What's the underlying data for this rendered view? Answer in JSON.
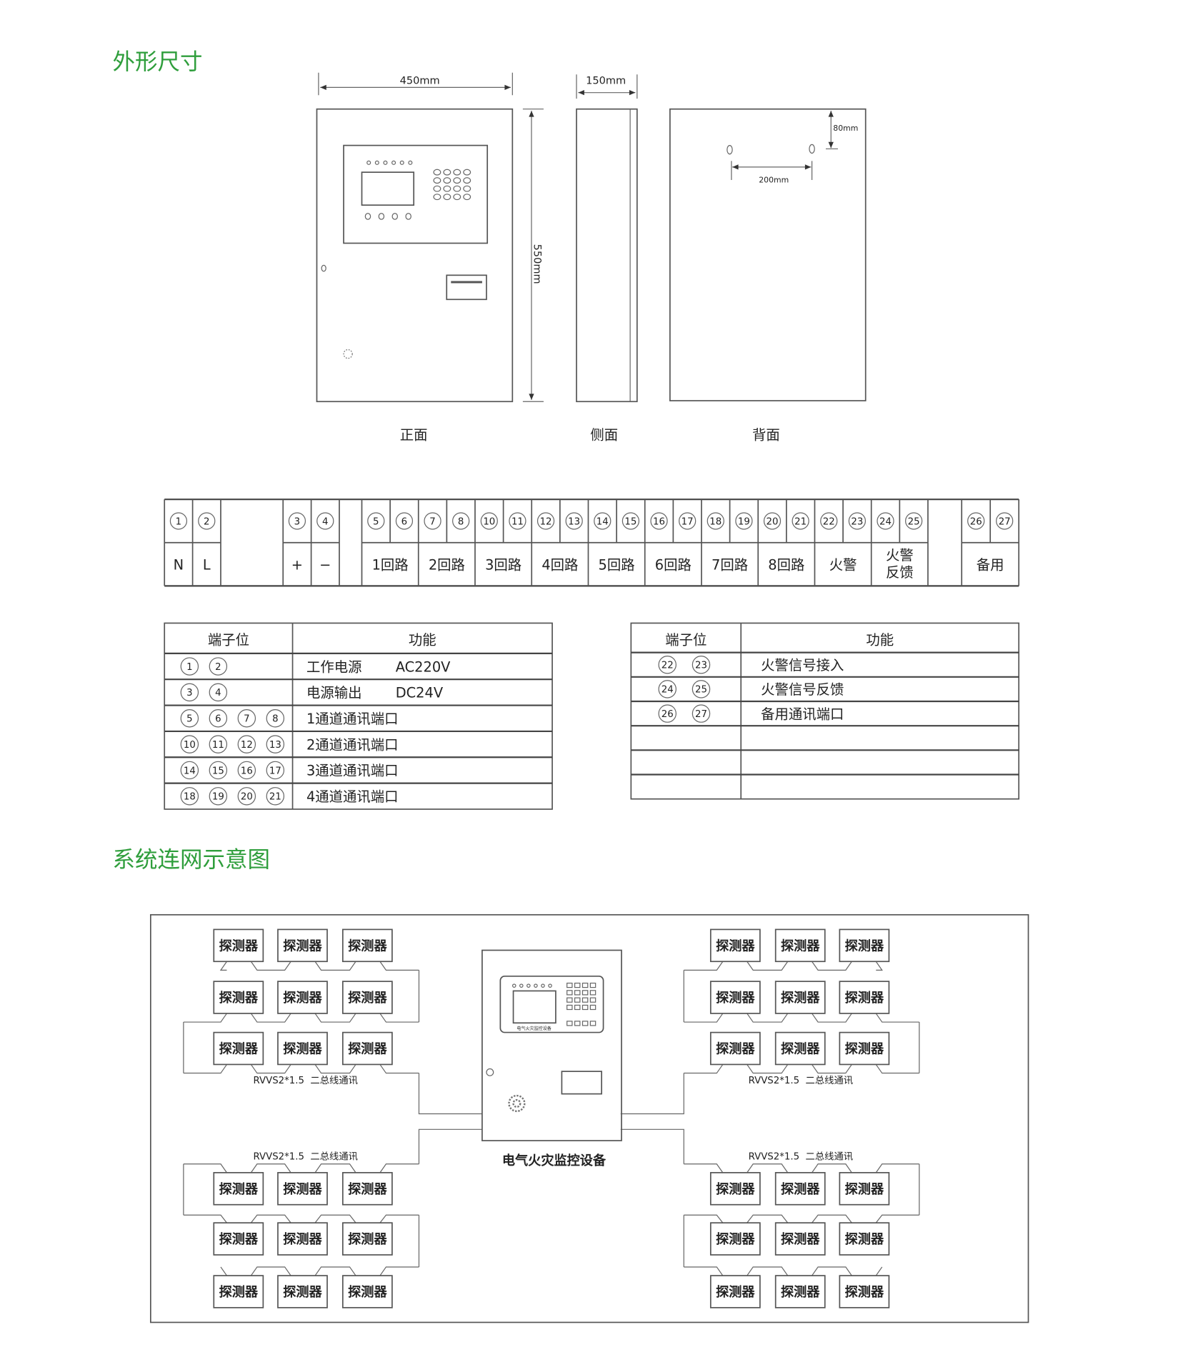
{
  "section_titles": {
    "dimensions": "外形尺寸",
    "network": "系统连网示意图"
  },
  "dimensions": {
    "width": "450mm",
    "depth": "150mm",
    "height": "550mm",
    "mount_spacing": "200mm",
    "mount_offset": "80mm",
    "captions": {
      "front": "正面",
      "side": "侧面",
      "back": "背面"
    }
  },
  "terminal_strip": {
    "groups": [
      {
        "numbers": [
          1,
          2
        ],
        "labels": [
          "N",
          "L"
        ],
        "paired": false
      },
      {
        "numbers": [
          3,
          4
        ],
        "labels": [
          "+",
          "−"
        ],
        "paired": false
      },
      {
        "numbers": [
          5,
          6,
          7,
          8,
          10,
          11,
          12,
          13,
          14,
          15,
          16,
          17,
          18,
          19,
          20,
          21,
          22,
          23,
          24,
          25
        ],
        "labels": [
          "1回路",
          "2回路",
          "3回路",
          "4回路",
          "5回路",
          "6回路",
          "7回路",
          "8回路",
          "火警",
          "火警\n反馈"
        ],
        "paired": true
      },
      {
        "numbers": [
          26,
          27
        ],
        "labels": [
          "备用"
        ],
        "paired": true
      }
    ]
  },
  "terminal_tables": [
    {
      "headers": [
        "端子位",
        "功能"
      ],
      "rows": [
        {
          "terminals": [
            1,
            2
          ],
          "function": "工作电源",
          "value": "AC220V"
        },
        {
          "terminals": [
            3,
            4
          ],
          "function": "电源输出",
          "value": "DC24V"
        },
        {
          "terminals": [
            5,
            6,
            7,
            8
          ],
          "function": "1通道通讯端口",
          "value": ""
        },
        {
          "terminals": [
            10,
            11,
            12,
            13
          ],
          "function": "2通道通讯端口",
          "value": ""
        },
        {
          "terminals": [
            14,
            15,
            16,
            17
          ],
          "function": "3通道通讯端口",
          "value": ""
        },
        {
          "terminals": [
            18,
            19,
            20,
            21
          ],
          "function": "4通道通讯端口",
          "value": ""
        }
      ]
    },
    {
      "headers": [
        "端子位",
        "功能"
      ],
      "rows": [
        {
          "terminals": [
            22,
            23
          ],
          "function": "火警信号接入",
          "value": ""
        },
        {
          "terminals": [
            24,
            25
          ],
          "function": "火警信号反馈",
          "value": ""
        },
        {
          "terminals": [
            26,
            27
          ],
          "function": "备用通讯端口",
          "value": ""
        },
        {
          "terminals": [],
          "function": "",
          "value": ""
        },
        {
          "terminals": [],
          "function": "",
          "value": ""
        },
        {
          "terminals": [],
          "function": "",
          "value": ""
        }
      ]
    }
  ],
  "network": {
    "detector_label": "探测器",
    "cable_label": "RVVS2*1.5  二总线通讯",
    "device_label": "电气火灾监控设备",
    "device_panel_label": "电气火灾监控设备"
  },
  "colors": {
    "title": "#2f9e3c",
    "line": "#555555"
  }
}
